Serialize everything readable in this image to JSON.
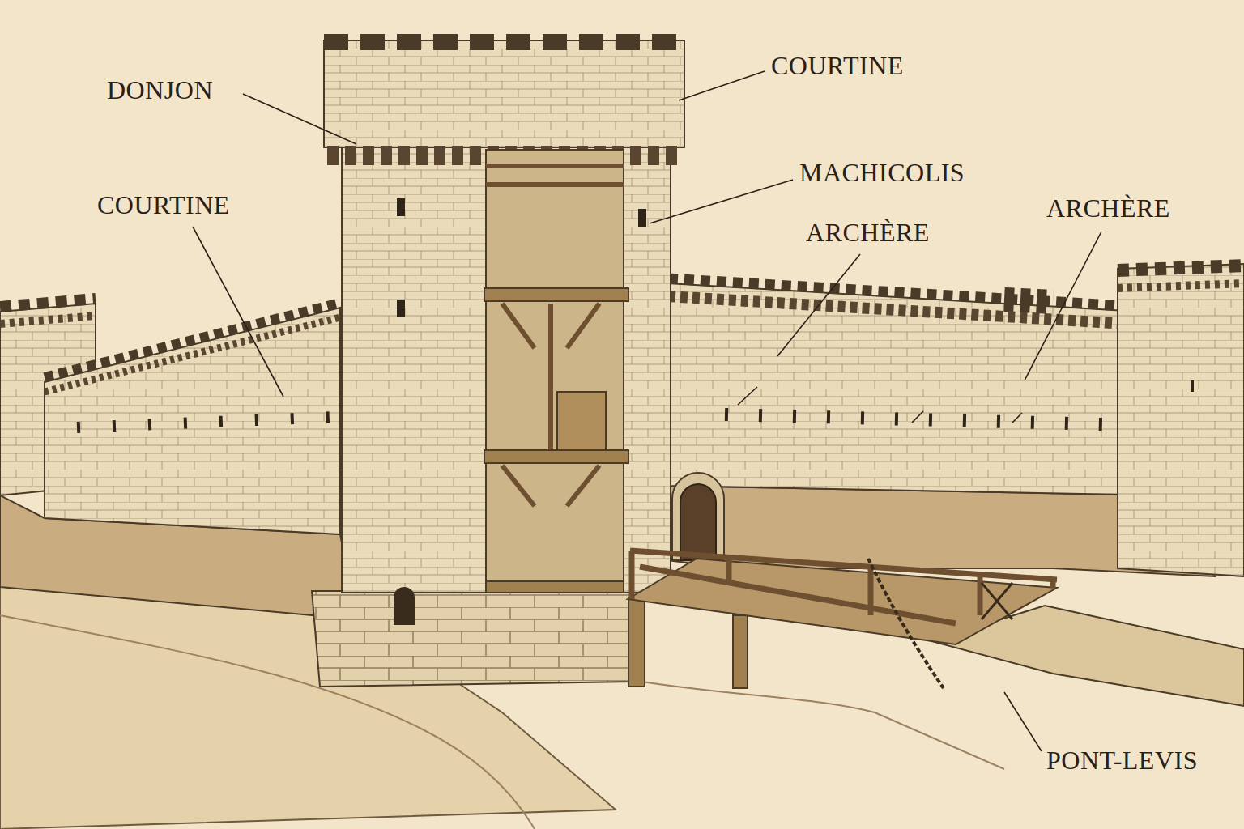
{
  "diagram": {
    "labels": [
      "DONJON",
      "COURTINE",
      "COURTINE",
      "MACHICOLIS",
      "ARCHÈRE",
      "ARCHÈRE",
      "PONT-LEVIS"
    ]
  }
}
